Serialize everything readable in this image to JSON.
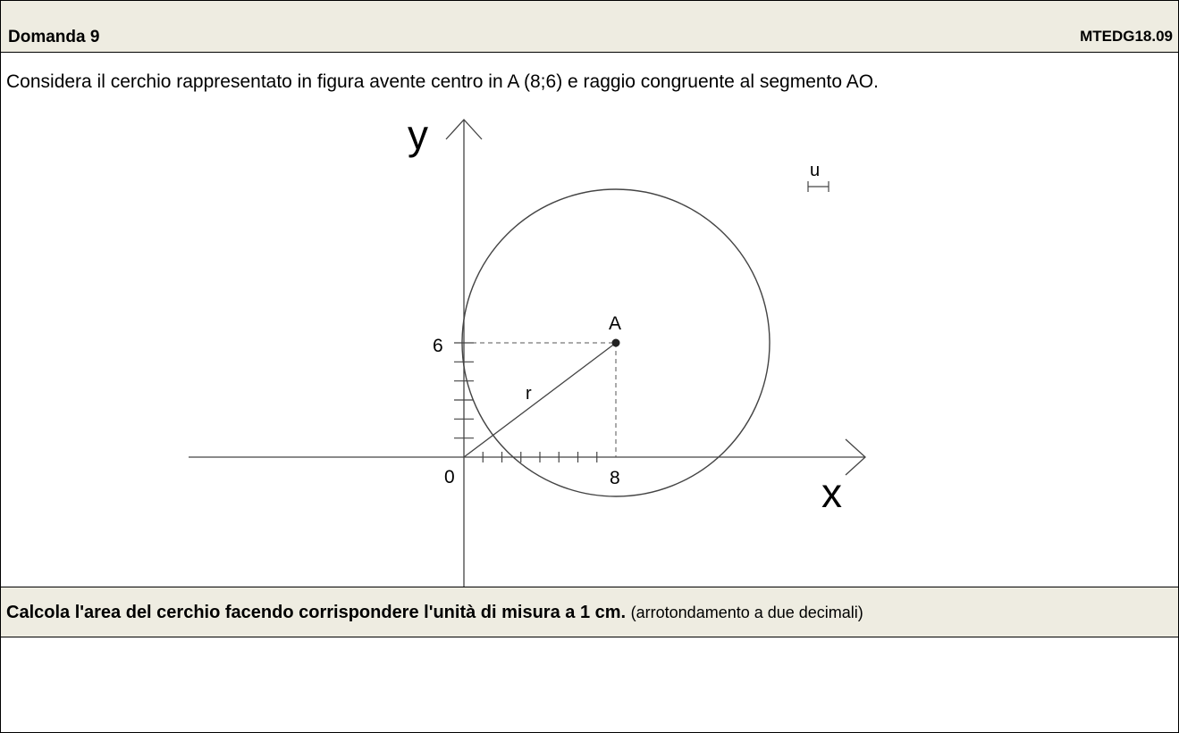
{
  "header": {
    "title": "Domanda 9",
    "code": "MTEDG18.09"
  },
  "intro": "Considera il cerchio rappresentato in figura avente centro in A (8;6) e raggio congruente al segmento AO.",
  "figure": {
    "axis_y": "y",
    "axis_x": "x",
    "label_center": "A",
    "label_radius": "r",
    "label_origin": "0",
    "tick_x": "8",
    "tick_y": "6",
    "unit": "u",
    "center": [
      8,
      6
    ],
    "origin": [
      0,
      0
    ]
  },
  "question": {
    "text": "Calcola l'area del cerchio facendo corrispondere l'unità di misura a 1 cm.",
    "note": "(arrotondamento a due decimali)"
  }
}
